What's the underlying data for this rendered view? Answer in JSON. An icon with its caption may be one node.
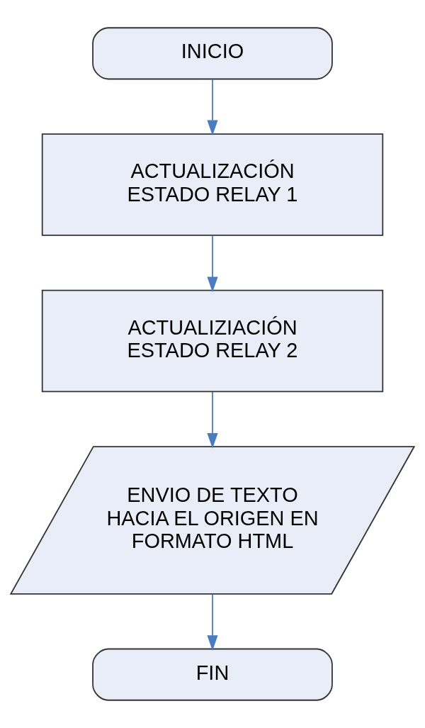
{
  "diagram": {
    "nodes": [
      {
        "text": [
          "INICIO"
        ]
      },
      {
        "text": [
          "ACTUALIZACIÓN ESTADO RELAY 1"
        ]
      },
      {
        "text": [
          "ACTUALIZIACIÓN ESTADO RELAY 2"
        ]
      },
      {
        "text": [
          "ENVIO DE TEXTO HACIA EL ORIGEN EN FORMATO HTML"
        ]
      },
      {
        "text": [
          "FIN"
        ]
      }
    ],
    "edges": [
      {
        "from": 0,
        "to": 1,
        "arrow": "to"
      },
      {
        "from": 1,
        "to": 2,
        "arrow": "to"
      },
      {
        "from": 2,
        "to": 3,
        "arrow": "to"
      },
      {
        "from": 3,
        "to": 4,
        "arrow": "to"
      }
    ]
  }
}
